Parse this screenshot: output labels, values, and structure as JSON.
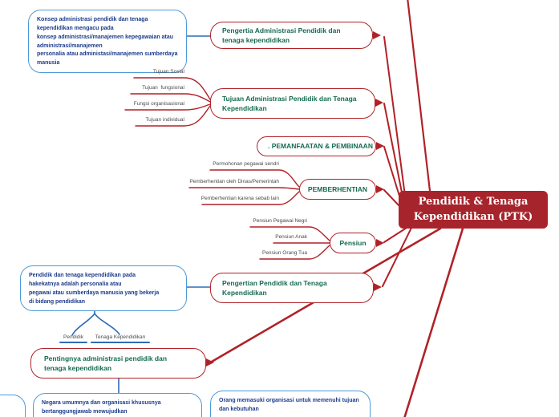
{
  "colors": {
    "branch_red": "#B02228",
    "central_fill": "#A6242C",
    "topic_text_green": "#156B50",
    "note_border_blue": "#4D9BDB",
    "note_text_blue": "#1B3C8C",
    "leaf_text": "#4A4A4A",
    "blue_connector": "#2F6BB5"
  },
  "central": {
    "label": "Pendidik & Tenaga\nKependidikan (PTK)"
  },
  "topics": {
    "pengertia": {
      "label": "Pengertia Administrasi Pendidik dan\ntenaga kependidikan"
    },
    "tujuan": {
      "label": "Tujuan Administrasi Pendidik dan Tenaga\nKependidikan"
    },
    "pemanfaatan": {
      "label": ". PEMANFAATAN & PEMBINAAN"
    },
    "pemberhentian": {
      "label": "PEMBERHENTIAN"
    },
    "pensiun": {
      "label": "Pensiun"
    },
    "pengertian_ptk": {
      "label": "Pengertian Pendidik dan Tenaga\nKependidikan"
    },
    "pentingnya": {
      "label": "Pentingnya administrasi pendidik dan\ntenaga kependidikan"
    }
  },
  "notes": {
    "konsep": {
      "text": "Konsep administrasi pendidik dan tenaga\nkependidikan mengacu pada\nkonsep administrasi/manajemen kepegawaian atau\nadministrasi/manajemen\npersonalia atau administasi/manajemen sumberdaya\nmanusia"
    },
    "hakekat": {
      "text": "Pendidik dan tenaga kependidikan pada\nhakekatnya adalah personalia atau\npegawai atau sumberdaya manusia yang bekerja\ndi bidang pendidikan"
    },
    "negara": {
      "text": "Negara umumnya dan organisasi khususnya\nbertanggungjawab mewujudkan"
    },
    "orang": {
      "text": "Orang memasuki organisasi untuk memenuhi tujuan\ndan kebutuhan"
    }
  },
  "leaves": {
    "tujuan": [
      "Tujuan Sosial",
      "Tujuan  fungsional",
      "Fungsi organisasional",
      "Tujuan individual"
    ],
    "pemberhentian": [
      "Permohonan pegawai sendri",
      "Pemberhentian oleh Dinas/Pemerintah",
      "Pemberhentian karena sebab lain"
    ],
    "pensiun": [
      "Pensiun Pegawai Negri",
      "Pensiun Anak",
      "Pensiun Orang Tua"
    ],
    "jenis": [
      "Pendidik",
      "Tenaga Kependidikan"
    ]
  }
}
